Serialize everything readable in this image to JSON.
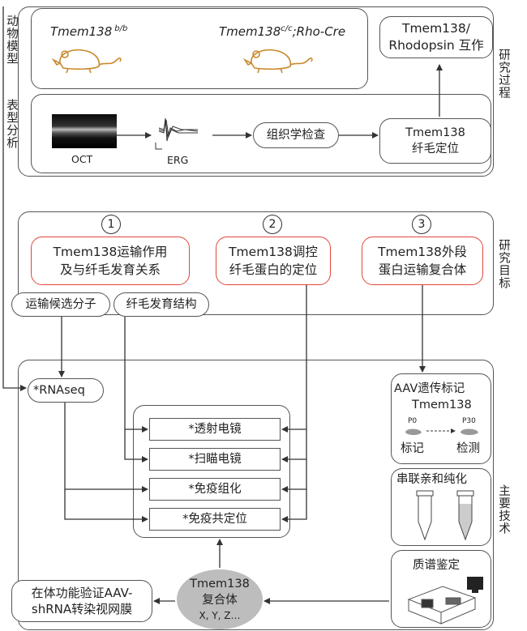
{
  "sections": {
    "research_process": "研究过程",
    "research_goals": "研究目标",
    "main_techniques": "主要技术",
    "animal_model": "动物模型",
    "phenotype": "表型分析"
  },
  "models": {
    "mouse1": {
      "name": "Tmem138",
      "sup": "b/b"
    },
    "mouse2": {
      "name": "Tmem138",
      "sup": "c/c",
      "suffix": ";Rho-Cre"
    }
  },
  "top_box": {
    "line1": "Tmem138/",
    "line2": "Rhodopsin 互作"
  },
  "phenotype_flow": {
    "oct": "OCT",
    "erg": "ERG",
    "histology": "组织学检查",
    "cilia_loc_line1": "Tmem138",
    "cilia_loc_line2": "纤毛定位"
  },
  "goals": [
    {
      "num": "1",
      "line1": "Tmem138运输作用",
      "line2": "及与纤毛发育关系"
    },
    {
      "num": "2",
      "line1": "Tmem138调控",
      "line2": "纤毛蛋白的定位"
    },
    {
      "num": "3",
      "line1": "Tmem138外段",
      "line2": "蛋白运输复合体"
    }
  ],
  "sub_goals": {
    "transport": "运输候选分子",
    "structure": "纤毛发育结构"
  },
  "techniques": {
    "rnaseq": "*RNAseq",
    "tem": "*透射电镜",
    "sem": "*扫瞄电镜",
    "ihc": "*免疫组化",
    "coloc": "*免疫共定位",
    "aav_title1": "AAV遗传标记",
    "aav_title2": "Tmem138",
    "p0": "P0",
    "p30": "P30",
    "label": "标记",
    "detect": "检测",
    "tandem": "串联亲和纯化",
    "mass": "质谱鉴定",
    "complex1": "Tmem138",
    "complex2": "复合体",
    "complex3": "X, Y, Z…",
    "invivo1": "在体功能验证AAV-",
    "invivo2": "shRNA转染视网膜"
  }
}
